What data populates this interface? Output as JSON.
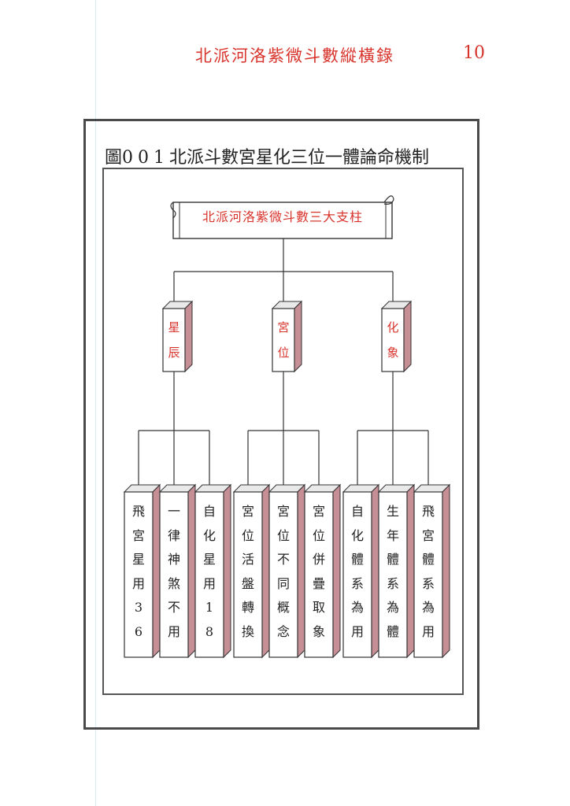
{
  "page": {
    "running_head": "北派河洛紫微斗數縱橫錄",
    "page_number": "10"
  },
  "figure": {
    "number": "001",
    "title": "北派斗數宮星化三位一體論命機制",
    "prefix": "圖"
  },
  "root": {
    "label": "北派河洛紫微斗數三大支柱"
  },
  "pillars": [
    {
      "label": "星辰",
      "children": [
        "飛宮星用36",
        "一律神煞不用",
        "自化星用18"
      ]
    },
    {
      "label": "宮位",
      "children": [
        "宮位活盤轉換",
        "宮位不同概念",
        "宮位併疊取象"
      ]
    },
    {
      "label": "化象",
      "children": [
        "自化體系為用",
        "生年體系為體",
        "飛宮體系為用"
      ]
    }
  ],
  "colors": {
    "accent_red": "#d8342c",
    "box_face": "#ffffff",
    "box_side": "#c58f95",
    "box_top": "#e9e9e9",
    "line": "#333333"
  }
}
